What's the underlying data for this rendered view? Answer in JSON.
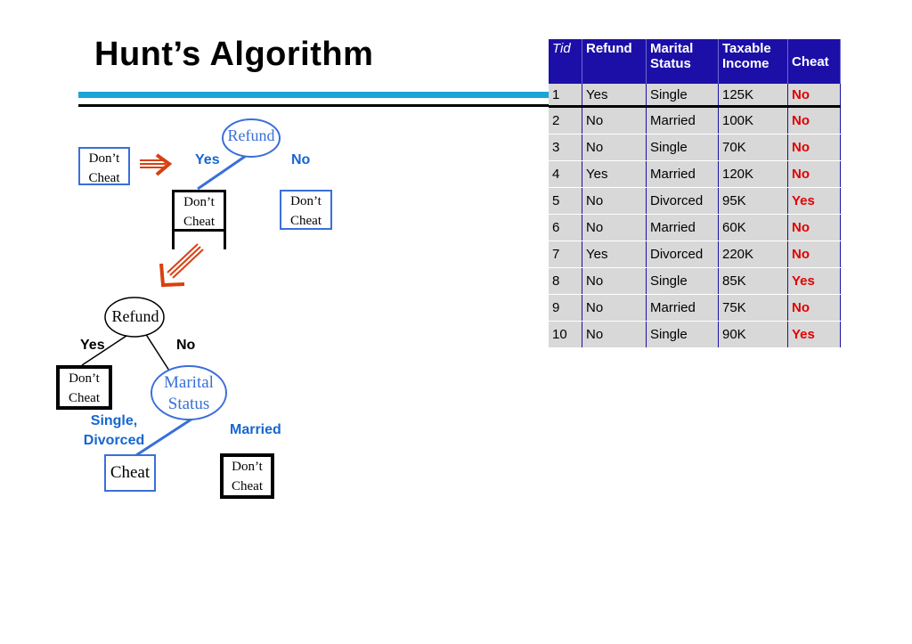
{
  "title": "Hunt’s Algorithm",
  "tree1": {
    "leaf_initial": [
      "Don’t",
      "Cheat"
    ],
    "root": "Refund",
    "yes": "Yes",
    "no": "No",
    "leaf_yes": [
      "Don’t",
      "Cheat"
    ],
    "leaf_no": [
      "Don’t",
      "Cheat"
    ]
  },
  "tree2": {
    "root": "Refund",
    "yes": "Yes",
    "no": "No",
    "leaf_yes": [
      "Don’t",
      "Cheat"
    ],
    "node": [
      "Marital",
      "Status"
    ],
    "branch_left": [
      "Single,",
      "Divorced"
    ],
    "branch_right": "Married",
    "leaf_left": "Cheat",
    "leaf_right": [
      "Don’t",
      "Cheat"
    ]
  },
  "table": {
    "headers": [
      "Tid",
      "Refund",
      "Marital Status",
      "Taxable Income",
      "Cheat"
    ],
    "rows": [
      [
        "1",
        "Yes",
        "Single",
        "125K",
        "No"
      ],
      [
        "2",
        "No",
        "Married",
        "100K",
        "No"
      ],
      [
        "3",
        "No",
        "Single",
        "70K",
        "No"
      ],
      [
        "4",
        "Yes",
        "Married",
        "120K",
        "No"
      ],
      [
        "5",
        "No",
        "Divorced",
        "95K",
        "Yes"
      ],
      [
        "6",
        "No",
        "Married",
        "60K",
        "No"
      ],
      [
        "7",
        "Yes",
        "Divorced",
        "220K",
        "No"
      ],
      [
        "8",
        "No",
        "Single",
        "85K",
        "Yes"
      ],
      [
        "9",
        "No",
        "Married",
        "75K",
        "No"
      ],
      [
        "10",
        "No",
        "Single",
        "90K",
        "Yes"
      ]
    ]
  },
  "colors": {
    "header_bg": "#1c0fa8",
    "cell_bg": "#d8d8d8",
    "cheat_text": "#e00000",
    "accent_blue": "#3a6fd8",
    "arrow": "#d9400f"
  }
}
